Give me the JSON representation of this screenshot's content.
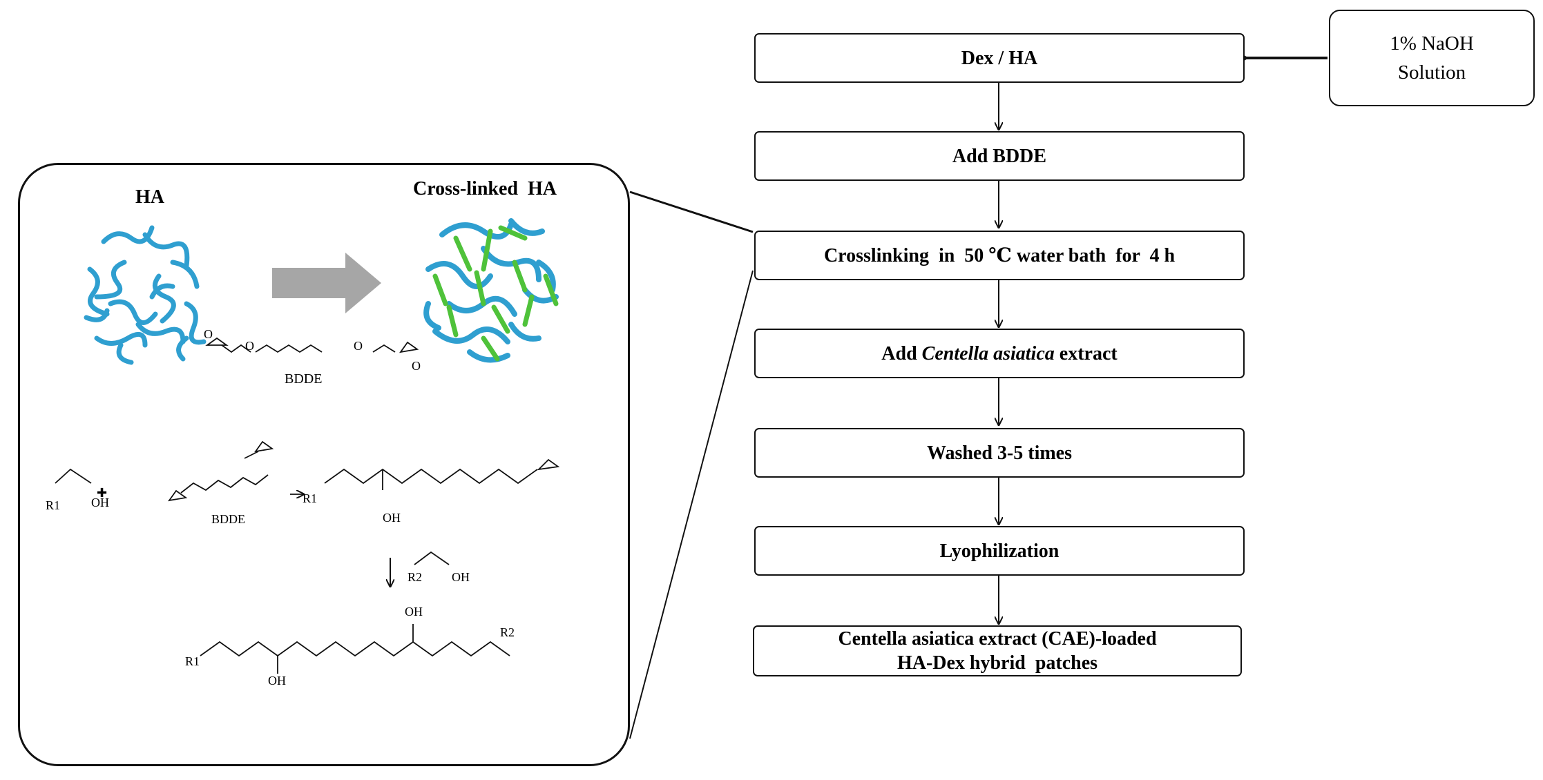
{
  "naoh_box": {
    "line1": "1% NaOH",
    "line2": "Solution"
  },
  "steps": {
    "dex_ha": "Dex / HA",
    "add_bdde": "Add BDDE",
    "crosslinking": "Crosslinking  in  50 ℃ water bath  for  4 h",
    "add_centella": {
      "prefix": "Add ",
      "italic": "Centella asiatica",
      "suffix": " extract"
    },
    "washed": "Washed 3-5 times",
    "lyophilization": "Lyophilization",
    "final_line1": "Centella asiatica extract (CAE)-loaded",
    "final_line2": "HA-Dex hybrid  patches"
  },
  "panel": {
    "ha_label": "HA",
    "crosslinked_label": "Cross-linked  HA",
    "bdde_label": "BDDE",
    "reaction": {
      "r1": "R1",
      "oh": "OH",
      "bdde": "BDDE",
      "r2": "R2"
    }
  },
  "colors": {
    "ha_chain": "#2f9fd0",
    "crosslink": "#4fc23a",
    "big_arrow": "#a6a6a6",
    "stroke": "#111111"
  }
}
